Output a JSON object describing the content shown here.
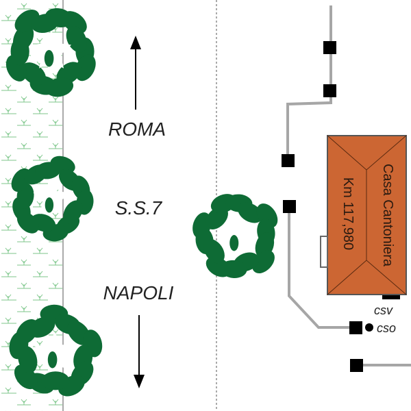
{
  "road": {
    "north_label": "ROMA",
    "road_name": "S.S.7",
    "south_label": "NAPOLI"
  },
  "building": {
    "name": "Casa Cantoniera",
    "km": "Km 117,980",
    "color": "#cc6633"
  },
  "labels": {
    "csv": "csv",
    "cso": "cso"
  },
  "colors": {
    "tree": "#0e6b35",
    "grass": "#6cbf7a",
    "pipe": "#a6a6a6"
  }
}
